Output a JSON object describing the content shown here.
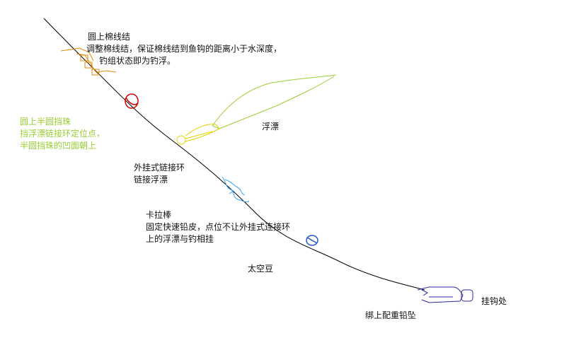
{
  "labels": {
    "knot_title": "圆上棉线结",
    "knot_desc_1": "调整棉线结，保证棉线结到鱼钩的距离小于水深度，",
    "knot_desc_2": "钓组状态即为钓浮。",
    "bead_title": "圆上半圆挡珠",
    "bead_desc_1": "挡浮漂链接环定位点，",
    "bead_desc_2": "半圆挡珠的凹面朝上",
    "float": "浮漂",
    "ring_title": "外挂式链接环",
    "ring_desc": "链接浮漂",
    "stick_title": "卡拉棒",
    "stick_desc_1": "固定快速铅皮，点位不让外挂式连接环",
    "stick_desc_2": "上的浮漂与钓相挂",
    "space_bean": "太空豆",
    "sinker": "绑上配重铅坠",
    "hook": "挂钩处"
  },
  "colors": {
    "line": "#000000",
    "knot": "#e08a00",
    "bead": "#d00000",
    "float_body": "#9acd32",
    "float_ring": "#e6d000",
    "stick": "#3aa0e6",
    "space_bean": "#2255cc",
    "sinker": "#2a2aa0",
    "green_text": "#9acd32"
  }
}
